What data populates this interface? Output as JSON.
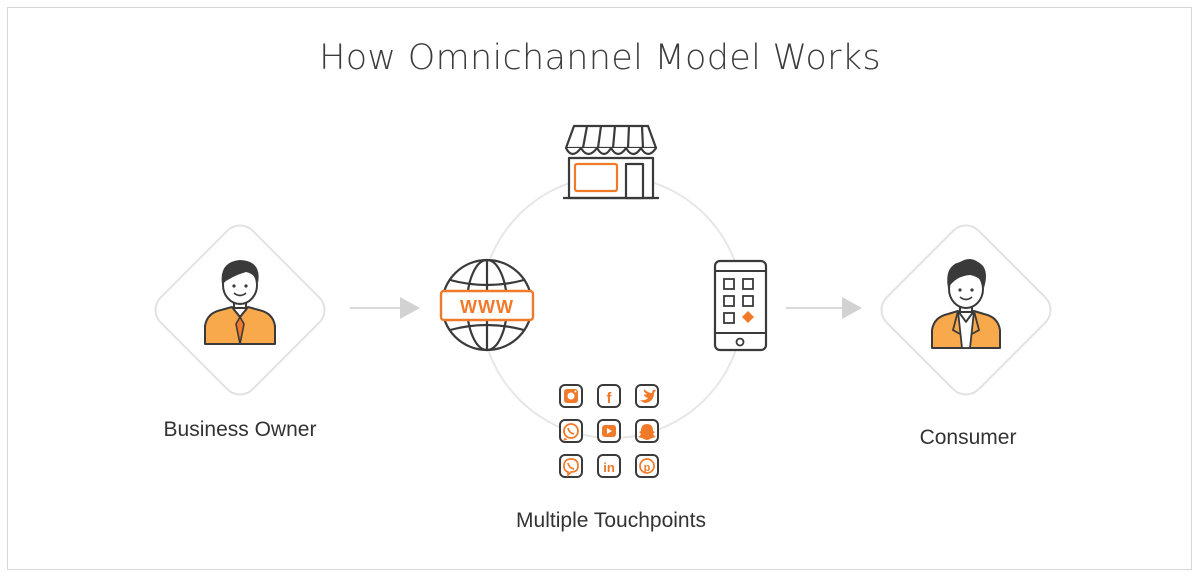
{
  "title": "How Omnichannel Model Works",
  "nodes": {
    "business_owner": {
      "label": "Business Owner"
    },
    "consumer": {
      "label": "Consumer"
    },
    "touchpoints": {
      "label": "Multiple Touchpoints"
    },
    "website": {
      "badge": "WWW"
    }
  },
  "colors": {
    "accent": "#f07a2a",
    "shirt": "#f7a94b",
    "outline": "#3a3a3a",
    "ring": "#e7e7e7",
    "diamond": "#e2e2e2",
    "arrow": "#d2d2d2"
  },
  "icons": [
    "person-owner-icon",
    "store-icon",
    "globe-icon",
    "smartphone-icon",
    "person-consumer-icon",
    "instagram-icon",
    "facebook-icon",
    "twitter-icon",
    "whatsapp-icon",
    "youtube-icon",
    "snapchat-icon",
    "viber-icon",
    "linkedin-icon",
    "pinterest-icon"
  ]
}
